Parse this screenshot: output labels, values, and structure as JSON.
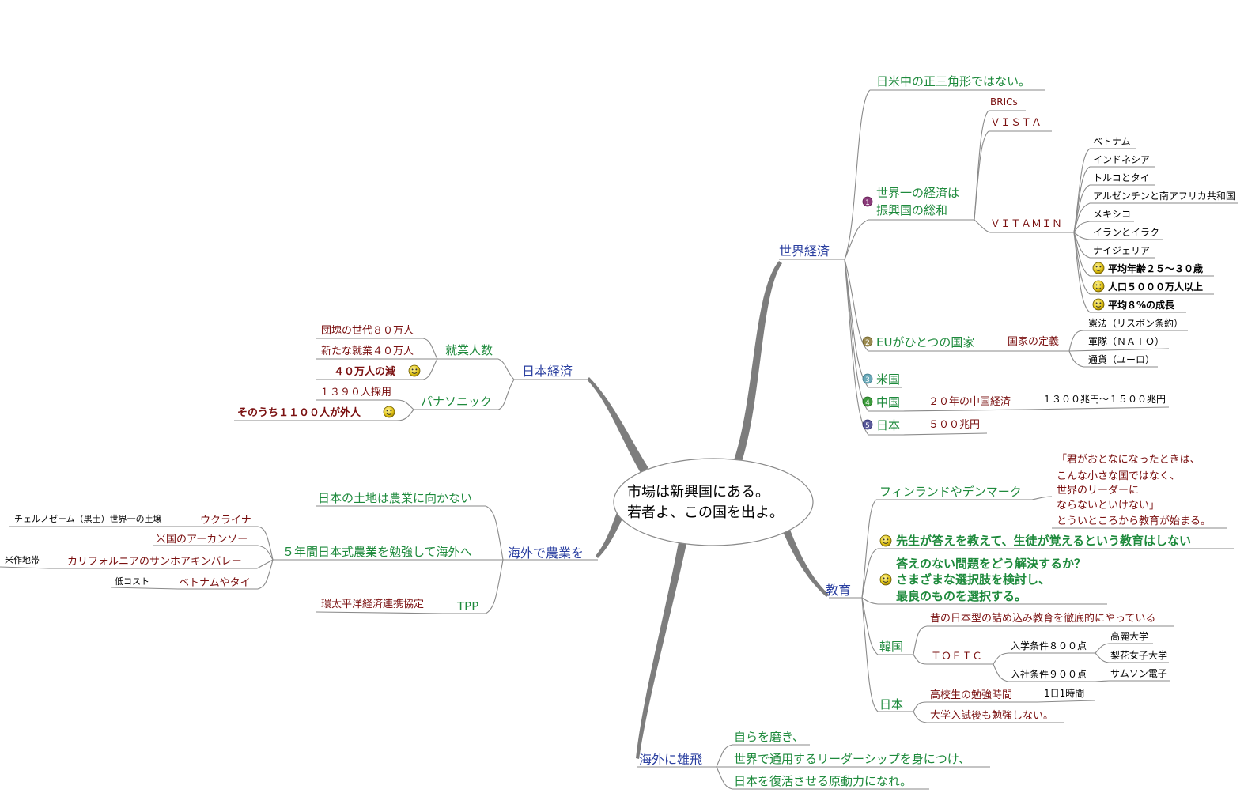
{
  "colors": {
    "branch": "#2a3fa0",
    "green": "#1e8a3c",
    "maroon": "#7a1010",
    "black": "#000000",
    "line": "#8a8a8a",
    "trunk": "#7a7a7a"
  },
  "center": {
    "line1": "市場は新興国にある。",
    "line2": "若者よ、この国を出よ。"
  },
  "branches": {
    "world": {
      "label": "世界経済",
      "not_triangle": "日米中の正三角形ではない。",
      "sum": {
        "number": "1",
        "line1": "世界一の経済は",
        "line2": "振興国の総和",
        "brics": "BRICs",
        "vista": "ＶＩＳＴＡ",
        "vitamin": {
          "label": "ＶＩＴＡＭＩＮ",
          "items": [
            "ベトナム",
            "インドネシア",
            "トルコとタイ",
            "アルゼンチンと南アフリカ共和国",
            "メキシコ",
            "イランとイラク",
            "ナイジェリア"
          ],
          "bold_items": [
            "平均年齢２５～３０歳",
            "人口５０００万人以上",
            "平均８%の成長"
          ]
        }
      },
      "eu": {
        "number": "2",
        "label": "EUがひとつの国家",
        "definition": "国家の定義",
        "items": [
          "憲法（リスボン条約）",
          "軍隊（ＮＡＴＯ）",
          "通貨（ユーロ）"
        ]
      },
      "us": {
        "number": "3",
        "label": "米国"
      },
      "china": {
        "number": "4",
        "label": "中国",
        "sub": "２０年の中国経済",
        "value": "１３００兆円～１５００兆円"
      },
      "japan": {
        "number": "5",
        "label": "日本",
        "value": "５００兆円"
      }
    },
    "jeconomy": {
      "label": "日本経済",
      "employment": {
        "label": "就業人数",
        "items": [
          "団塊の世代８０万人",
          "新たな就業４０万人"
        ],
        "bold": "４０万人の減"
      },
      "panasonic": {
        "label": "パナソニック",
        "item": "１３９０人採用",
        "bold": "そのうち１１００人が外人"
      }
    },
    "agri": {
      "label": "海外で農業を",
      "land": "日本の土地は農業に向かない",
      "study": {
        "label": "５年間日本式農業を勉強して海外へ",
        "ukraine": "ウクライナ",
        "ukraine_note": "チェルノゼーム（黒土）世界一の土壌",
        "arkansas": "米国のアーカンソー",
        "california": "カリフォルニアのサンホアキンバレー",
        "california_note": "米作地帯",
        "vietnam": "ベトナムやタイ",
        "vietnam_note": "低コスト"
      },
      "tpp": {
        "label": "TPP",
        "note": "環太平洋経済連携協定"
      }
    },
    "edu": {
      "label": "教育",
      "finland": {
        "label": "フィンランドやデンマーク",
        "quote": [
          "「君がおとなになったときは、",
          "こんな小さな国ではなく、",
          "世界のリーダーに",
          "ならないといけない」",
          "とういところから教育が始まる。"
        ]
      },
      "bold1": "先生が答えを教えて、生徒が覚えるという教育はしない",
      "bold2": [
        "答えのない問題をどう解決するか？",
        "さまざまな選択肢を検討し、",
        "最良のものを選択する。"
      ],
      "korea": {
        "label": "韓国",
        "cram": "昔の日本型の詰め込み教育を徹底的にやっている",
        "toeic": "ＴＯＥＩＣ",
        "admission": "入学条件８００点",
        "univ": [
          "高麗大学",
          "梨花女子大学"
        ],
        "hiring": "入社条件９００点",
        "samsung": "サムソン電子"
      },
      "japan": {
        "label": "日本",
        "study": "高校生の勉強時間",
        "hours": "1日1時間",
        "after": "大学入試後も勉強しない。"
      }
    },
    "abroad": {
      "label": "海外に雄飛",
      "items": [
        "自らを磨き、",
        "世界で通用するリーダーシップを身につけ、",
        "日本を復活させる原動力になれ。"
      ]
    }
  }
}
